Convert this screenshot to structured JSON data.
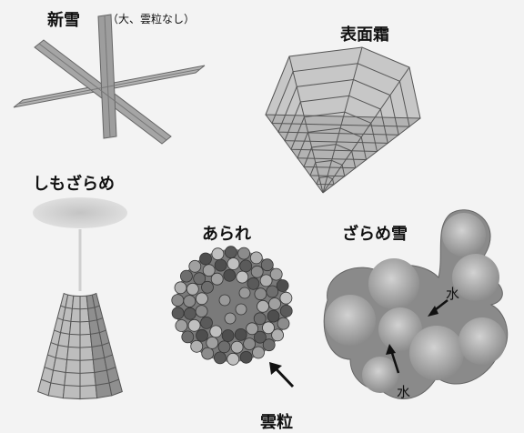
{
  "labels": {
    "new_snow": "新雪",
    "new_snow_note": "（大、雲粒なし）",
    "surface_hoar": "表面霜",
    "depth_hoar": "しもざらめ",
    "graupel": "あられ",
    "granular_snow": "ざらめ雪",
    "water": "水",
    "cloud_droplet": "雲粒"
  },
  "colors": {
    "background": "#f3f3f3",
    "crystal_gray": "#a8a8a8",
    "outline": "#555555",
    "cloud": "#c8c8c8"
  }
}
